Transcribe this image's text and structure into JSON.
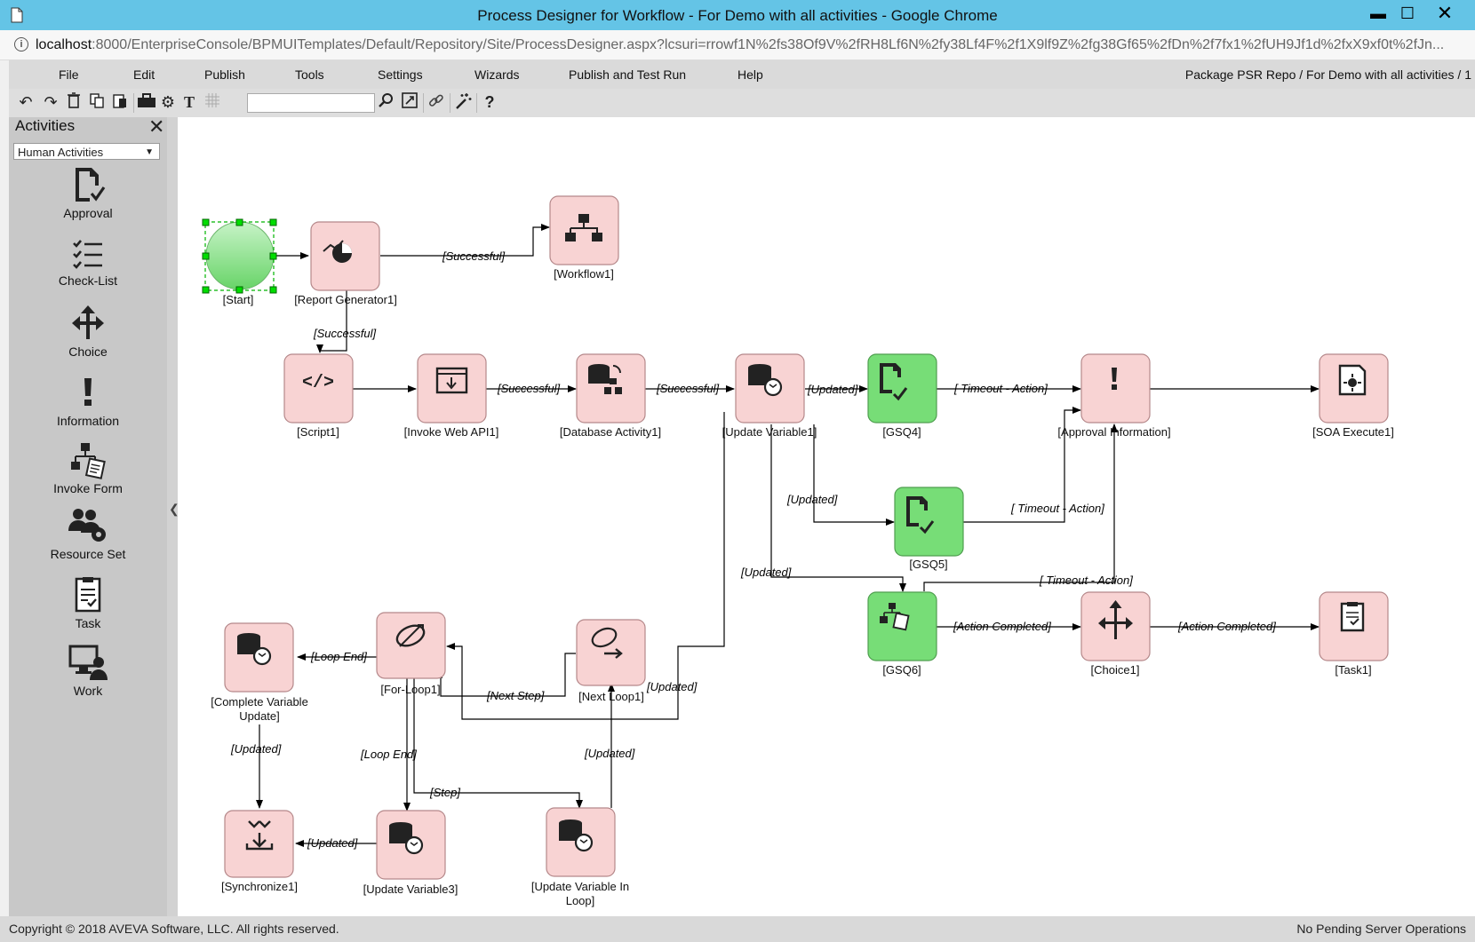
{
  "window": {
    "title": "Process Designer for Workflow - For Demo with all activities - Google Chrome",
    "min_icon": "minimize-icon",
    "max_icon": "maximize-icon",
    "close_icon": "close-icon"
  },
  "address": {
    "host": "localhost",
    "rest": ":8000/EnterpriseConsole/BPMUITemplates/Default/Repository/Site/ProcessDesigner.aspx?lcsuri=rrowf1N%2fs38Of9V%2fRH8Lf6N%2fy38Lf4F%2f1X9lf9Z%2fg38Gf65%2fDn%2f7fx1%2fUH9Jf1d%2fxX9xf0t%2fJn..."
  },
  "menu": {
    "items": [
      "File",
      "Edit",
      "Publish",
      "Tools",
      "Settings",
      "Wizards",
      "Publish and Test Run",
      "Help"
    ],
    "breadcrumb": "Package PSR Repo  /  For Demo with all activities  /  1"
  },
  "toolbar": {
    "icons": [
      "undo-icon",
      "redo-icon",
      "delete-icon",
      "copy-icon",
      "paste-icon",
      "toolbox-icon",
      "gear-icon",
      "text-icon",
      "grid-icon",
      "search-icon",
      "fit-icon",
      "link-icon",
      "magic-wand-icon",
      "help-icon"
    ],
    "search_value": ""
  },
  "sidebar": {
    "title": "Activities",
    "category": "Human Activities",
    "items": [
      {
        "label": "Approval",
        "icon": "approval-icon"
      },
      {
        "label": "Check-List",
        "icon": "checklist-icon"
      },
      {
        "label": "Choice",
        "icon": "choice-icon"
      },
      {
        "label": "Information",
        "icon": "information-icon"
      },
      {
        "label": "Invoke Form",
        "icon": "invoke-form-icon"
      },
      {
        "label": "Resource Set",
        "icon": "resource-set-icon"
      },
      {
        "label": "Task",
        "icon": "task-icon"
      },
      {
        "label": "Work",
        "icon": "work-icon"
      }
    ]
  },
  "canvas": {
    "colors": {
      "node_fill": "#f8d3d3",
      "node_border": "#b5888a",
      "green_fill": "#77dd77",
      "start_fill": "#9be69b"
    },
    "nodes": [
      {
        "id": "start",
        "label": "[Start]"
      },
      {
        "id": "report",
        "label": "[Report Generator1]"
      },
      {
        "id": "workflow",
        "label": "[Workflow1]"
      },
      {
        "id": "script",
        "label": "[Script1]"
      },
      {
        "id": "webapi",
        "label": "[Invoke Web API1]"
      },
      {
        "id": "dbact",
        "label": "[Database Activity1]"
      },
      {
        "id": "updvar1",
        "label": "[Update Variable1]"
      },
      {
        "id": "gsq4",
        "label": "[GSQ4]"
      },
      {
        "id": "approvalinfo",
        "label": "[Approval Information]"
      },
      {
        "id": "soa",
        "label": "[SOA Execute1]"
      },
      {
        "id": "gsq5",
        "label": "[GSQ5]"
      },
      {
        "id": "gsq6",
        "label": "[GSQ6]"
      },
      {
        "id": "choice1",
        "label": "[Choice1]"
      },
      {
        "id": "task1",
        "label": "[Task1]"
      },
      {
        "id": "complete",
        "label": "[Complete Variable Update]"
      },
      {
        "id": "forloop",
        "label": "[For-Loop1]"
      },
      {
        "id": "nextloop",
        "label": "[Next Loop1]"
      },
      {
        "id": "sync",
        "label": "[Synchronize1]"
      },
      {
        "id": "updvar3",
        "label": "[Update Variable3]"
      },
      {
        "id": "updloop",
        "label": "[Update Variable In Loop]"
      }
    ],
    "edge_labels": {
      "successful": "[Successful]",
      "updated": "[Updated]",
      "timeout": "[ Timeout - Action]",
      "action_completed": "[Action Completed]",
      "loop_end": "[Loop End]",
      "next_step": "[Next Step]",
      "step": "[Step]"
    }
  },
  "status": {
    "copyright": "Copyright © 2018 AVEVA Software, LLC. All rights reserved.",
    "server": "No Pending Server Operations"
  }
}
